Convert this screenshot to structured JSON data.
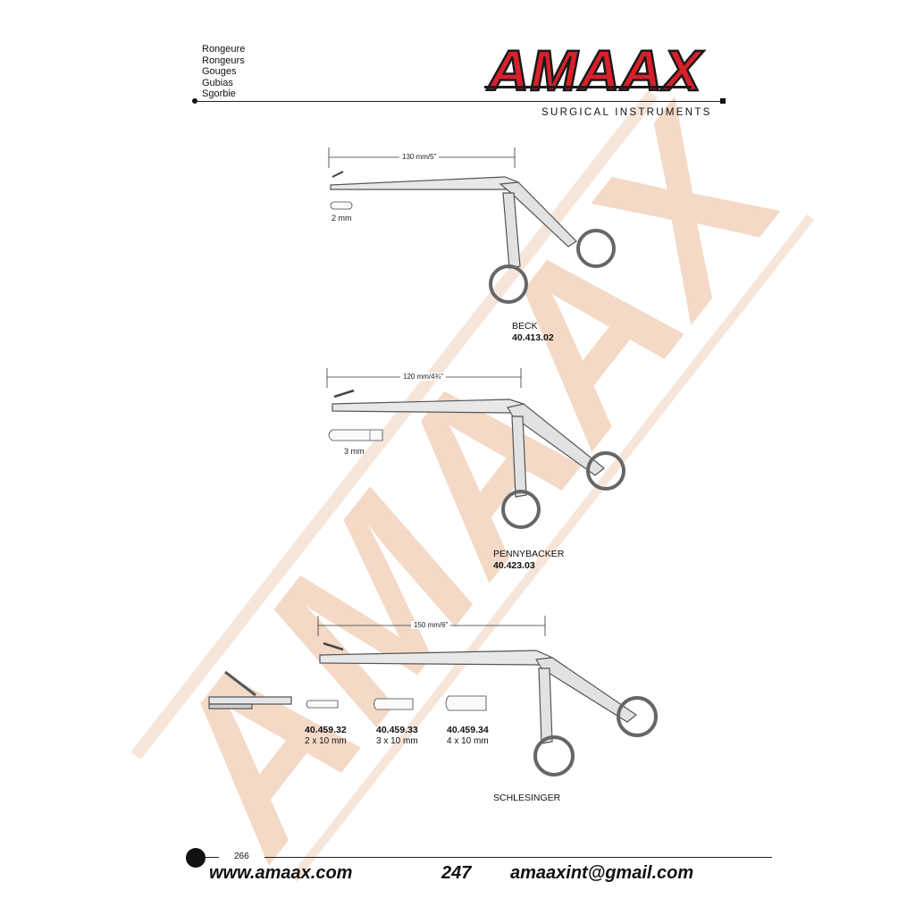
{
  "header": {
    "categories": [
      "Rongeure",
      "Rongeurs",
      "Gouges",
      "Gubias",
      "Sgorbie"
    ],
    "brand": "AMAAX",
    "tagline": "SURGICAL INSTRUMENTS"
  },
  "colors": {
    "brand_red": "#d9202a",
    "brand_dark": "#1a1a1a",
    "watermark": "#f3d9c6"
  },
  "instruments": [
    {
      "length": "130 mm/5\"",
      "tip_size": "2 mm",
      "name": "BECK",
      "code": "40.413.02"
    },
    {
      "length": "120 mm/4¾\"",
      "tip_size": "3 mm",
      "name": "PENNYBACKER",
      "code": "40.423.03"
    },
    {
      "length": "150 mm/6\"",
      "name": "SCHLESINGER",
      "variants": [
        {
          "code": "40.459.32",
          "size": "2 x 10 mm"
        },
        {
          "code": "40.459.33",
          "size": "3 x 10 mm"
        },
        {
          "code": "40.459.34",
          "size": "4 x 10 mm"
        }
      ]
    }
  ],
  "footer": {
    "page_number": "266",
    "website": "www.amaax.com",
    "catalog_page": "247",
    "email": "amaaxint@gmail.com"
  }
}
